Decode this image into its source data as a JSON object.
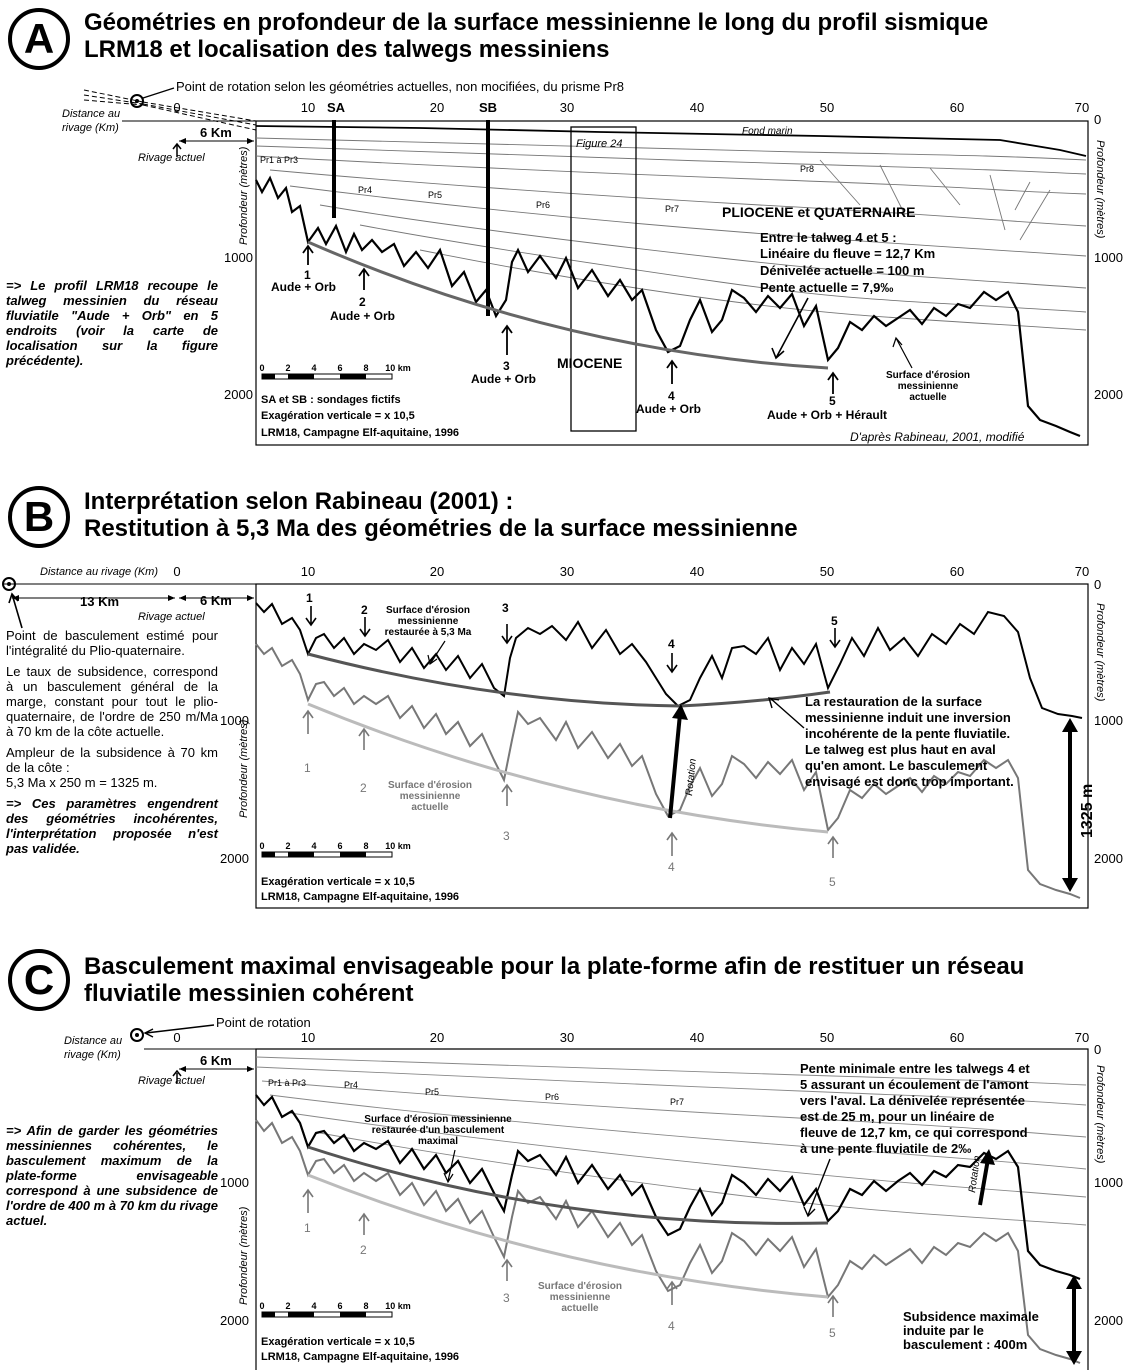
{
  "panel_a": {
    "letter": "A",
    "title_line1": "Géométries en profondeur de la surface messinienne le long du profil sismique",
    "title_line2": "LRM18 et localisation des talwegs messiniens",
    "rotation_note": "Point de rotation selon les géométries actuelles, non mocifiées, du prisme Pr8",
    "distance_label_1": "Distance au",
    "distance_label_2": "rivage (Km)",
    "km_ticks": [
      "0",
      "10",
      "20",
      "30",
      "40",
      "50",
      "60",
      "70"
    ],
    "depth_ticks": [
      "0",
      "1000",
      "2000"
    ],
    "offset_label": "6 Km",
    "rivage_label": "Rivage actuel",
    "depth_axis_label": "Profondeur (mètres)",
    "sa_label": "SA",
    "sb_label": "SB",
    "figure_box_label": "Figure 24",
    "seafloor_label": "Fond marin",
    "units": [
      "Pr1 à Pr3",
      "Pr4",
      "Pr5",
      "Pr6",
      "Pr7",
      "Pr8"
    ],
    "plio_label": "PLIOCENE et QUATERNAIRE",
    "miocene_label": "MIOCENE",
    "talweg_note": [
      "Entre le talweg 4 et 5 :",
      "Linéaire du fleuve = 12,7 Km",
      "Dénivelée actuelle = 100 m",
      "Pente actuelle = 7,9‰"
    ],
    "erosion_label": [
      "Surface d'érosion",
      "messinienne",
      "actuelle"
    ],
    "talwegs": [
      {
        "num": "1",
        "river": "Aude + Orb"
      },
      {
        "num": "2",
        "river": "Aude + Orb"
      },
      {
        "num": "3",
        "river": "Aude + Orb"
      },
      {
        "num": "4",
        "river": "Aude + Orb"
      },
      {
        "num": "5",
        "river": "Aude + Orb + Hérault"
      }
    ],
    "scale_ticks": [
      "0",
      "2",
      "4",
      "6",
      "8",
      "10 km"
    ],
    "legend_lines": [
      "SA et SB : sondages fictifs",
      "Exagération verticale = x 10,5",
      "LRM18, Campagne Elf-aquitaine, 1996"
    ],
    "credit": "D'après Rabineau, 2001, modifié",
    "side_text": "=> Le profil LRM18 recoupe le talweg messinien du réseau fluviatile \"Aude + Orb\" en 5 endroits (voir la carte de localisation sur la figure précédente)."
  },
  "panel_b": {
    "letter": "B",
    "title_line1": "Interprétation selon Rabineau (2001) :",
    "title_line2": "Restitution à 5,3 Ma des géométries de la surface messinienne",
    "distance_label": "Distance au rivage (Km)",
    "offset_13": "13 Km",
    "offset_6": "6 Km",
    "rivage_label": "Rivage actuel",
    "side_p1": "Point de basculement estimé pour l'intégralité du Plio-quaternaire.",
    "side_p2": "Le taux de subsidence, correspond à un basculement général de la marge, constant pour tout le plio-quaternaire, de l'ordre de 250 m/Ma à 70 km de la côte actuelle.",
    "side_p3": "Ampleur de la subsidence à 70 km de la côte :",
    "side_p4": "5,3 Ma x 250 m = 1325 m.",
    "side_p5": "=> Ces paramètres engendrent des géométries incohérentes, l'interprétation proposée n'est pas validée.",
    "restored_label": [
      "Surface d'érosion",
      "messinienne",
      "restaurée à 5,3 Ma"
    ],
    "actual_label": [
      "Surface d'érosion",
      "messinienne",
      "actuelle"
    ],
    "rotation_label": "Rotation",
    "amount_label": "1325 m",
    "note": [
      "La restauration de la surface",
      "messinienne induit une inversion",
      "incohérente de la pente fluviatile.",
      "Le talweg est plus haut en aval",
      "qu'en amont. Le basculement",
      "envisagé est donc trop important."
    ],
    "talweg_nums": [
      "1",
      "2",
      "3",
      "4",
      "5"
    ],
    "legend_lines": [
      "Exagération verticale = x 10,5",
      "LRM18, Campagne Elf-aquitaine, 1996"
    ]
  },
  "panel_c": {
    "letter": "C",
    "title_line1": "Basculement maximal envisageable pour la plate-forme afin de restituer un réseau",
    "title_line2": "fluviatile messinien cohérent",
    "rotation_point_label": "Point de rotation",
    "distance_label_1": "Distance au",
    "distance_label_2": "rivage (Km)",
    "offset_label": "6 Km",
    "rivage_label": "Rivage actuel",
    "units": [
      "Pr1 à Pr3",
      "Pr4",
      "Pr5",
      "Pr6",
      "Pr7"
    ],
    "restored_label": [
      "Surface d'érosion messinienne",
      "restaurée d'un basculement",
      "maximal"
    ],
    "actual_label": [
      "Surface d'érosion",
      "messinienne",
      "actuelle"
    ],
    "rotation_label": "Rotation",
    "note": [
      "Pente minimale entre les talwegs 4 et",
      "5 assurant un écoulement de l'amont",
      "vers l'aval. La dénivelée représentée",
      "est de 25 m, pour un linéaire de",
      "fleuve de 12,7 km, ce qui correspond",
      "à une pente fluviatile de 2‰"
    ],
    "subsidence_label": [
      "Subsidence maximale",
      "induite par le",
      "basculement : 400m"
    ],
    "talweg_nums": [
      "1",
      "2",
      "3",
      "4",
      "5"
    ],
    "legend_lines": [
      "Exagération verticale = x 10,5",
      "LRM18, Campagne Elf-aquitaine, 1996"
    ],
    "side_text": "=> Afin de garder les géométries messiniennes cohérentes, le basculement maximum de la plate-forme envisageable correspond à une subsidence de l'ordre de 400 m à 70 km du rivage actuel."
  }
}
